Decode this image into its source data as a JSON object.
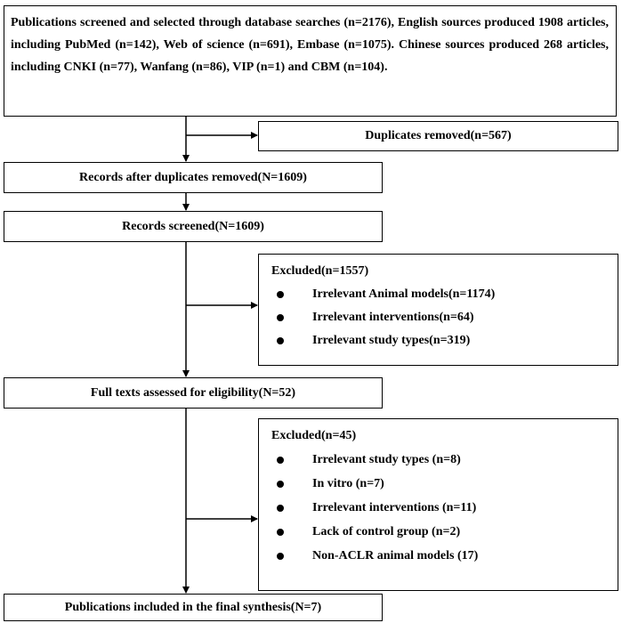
{
  "search": {
    "text": "Publications screened and selected through database searches (n=2176), English sources produced 1908 articles, including PubMed (n=142), Web of science (n=691), Embase (n=1075). Chinese sources produced 268 articles, including CNKI (n=77), Wanfang (n=86), VIP (n=1) and CBM (n=104)."
  },
  "duplicates": {
    "text": "Duplicates removed(n=567)"
  },
  "after_duplicates": {
    "text": "Records after duplicates removed(N=1609)"
  },
  "screened": {
    "text": "Records screened(N=1609)"
  },
  "exclusion_1": {
    "title": "Excluded(n=1557)",
    "items": [
      "Irrelevant Animal models(n=1174)",
      "Irrelevant interventions(n=64)",
      "Irrelevant study types(n=319)"
    ]
  },
  "full_text": {
    "text": "Full texts assessed for eligibility(N=52)"
  },
  "exclusion_2": {
    "title": "Excluded(n=45)",
    "items": [
      "Irrelevant study types (n=8)",
      "In vitro (n=7)",
      "Irrelevant interventions (n=11)",
      "Lack of control group (n=2)",
      "Non-ACLR animal models (17)"
    ]
  },
  "final": {
    "text": "Publications included in the final synthesis(N=7)"
  }
}
